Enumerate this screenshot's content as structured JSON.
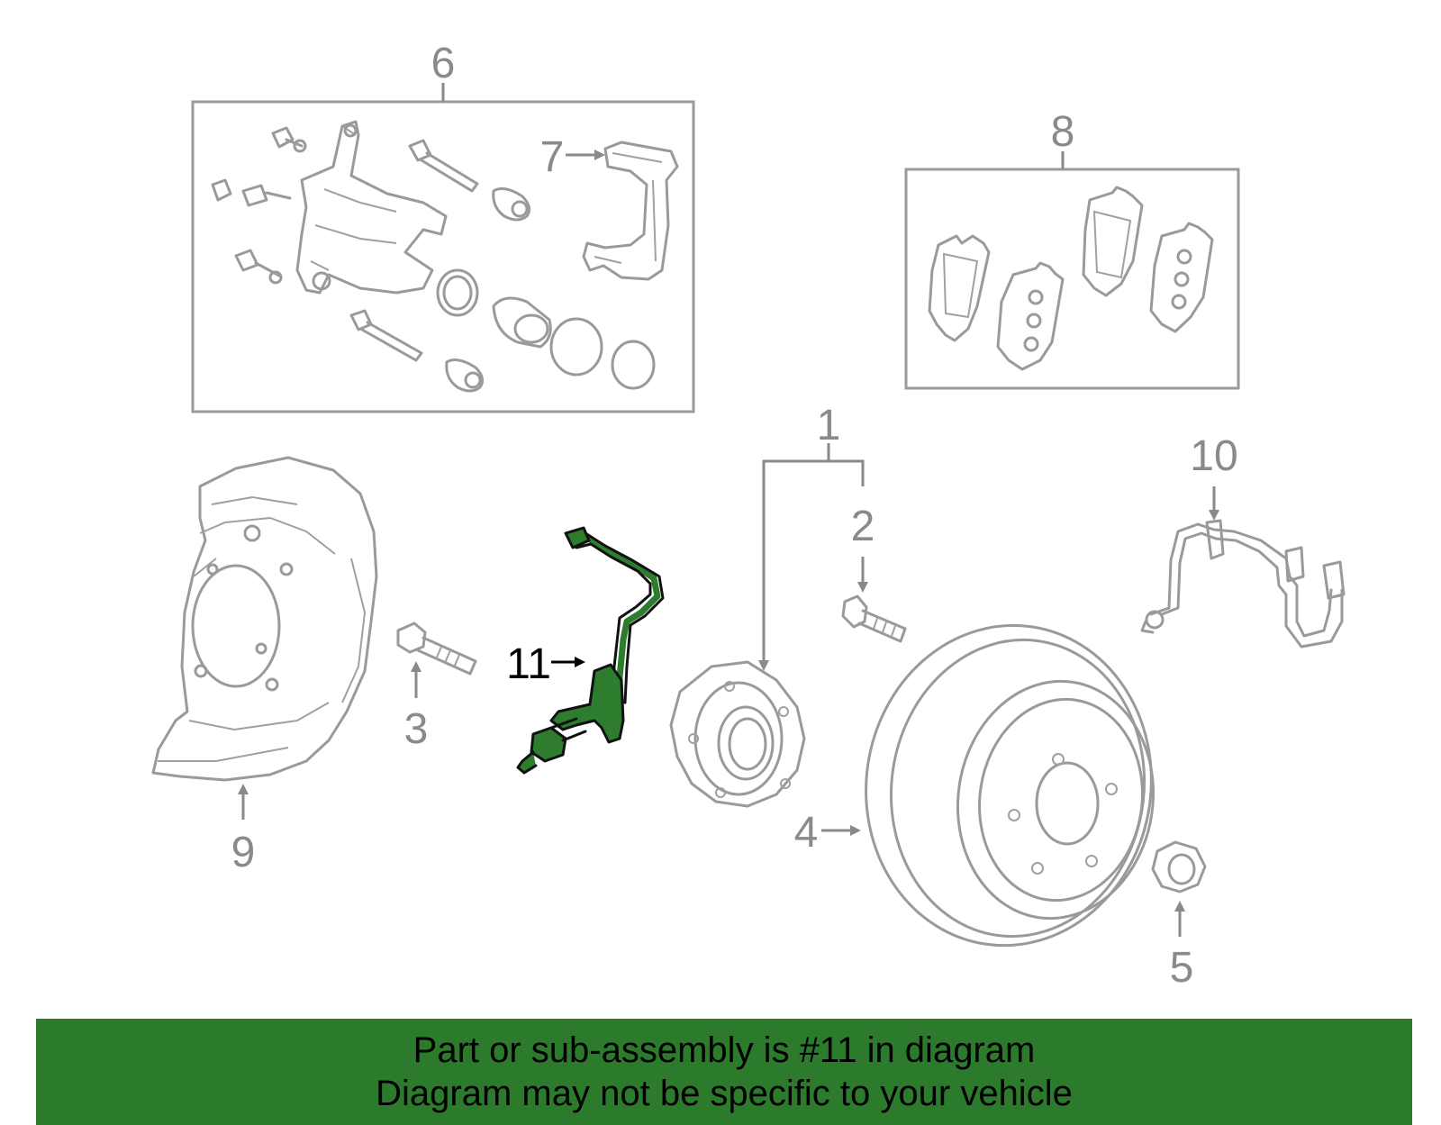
{
  "callouts": {
    "c1": "1",
    "c2": "2",
    "c3": "3",
    "c4": "4",
    "c5": "5",
    "c6": "6",
    "c7": "7",
    "c8": "8",
    "c9": "9",
    "c10": "10",
    "c11": "11"
  },
  "highlighted_part": "11",
  "colors": {
    "highlight": "#2c7b2c",
    "line_art": "#9a9a9a"
  },
  "banner": {
    "line1": "Part or sub-assembly is #11 in diagram",
    "line2": "Diagram may not be specific to your vehicle"
  }
}
